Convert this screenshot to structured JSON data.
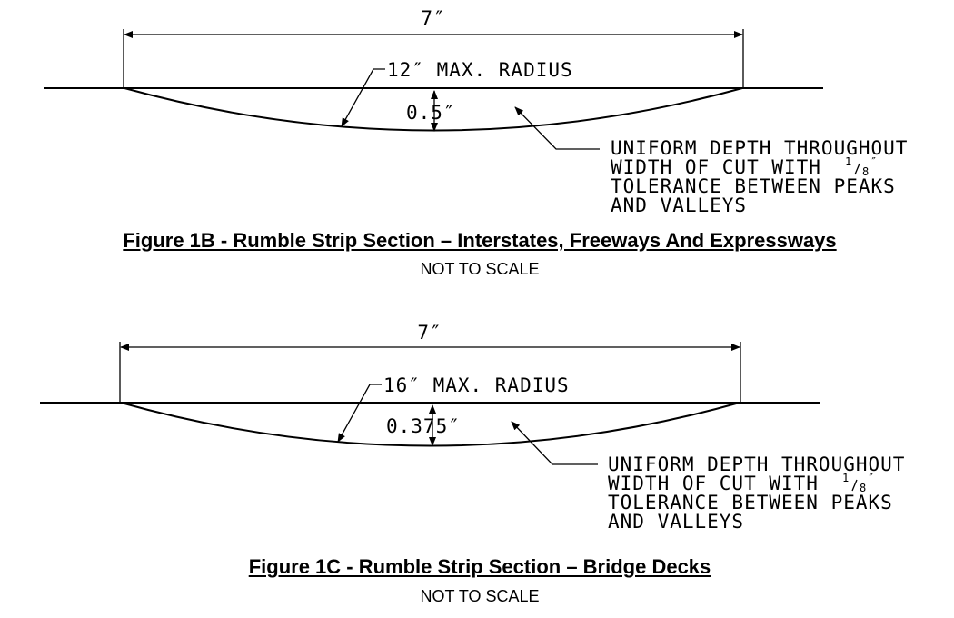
{
  "figure_1b": {
    "width_label": "7″",
    "radius_label": "12″ MAX. RADIUS",
    "depth_label": "0.5″",
    "note_lines": [
      "UNIFORM DEPTH THROUGHOUT",
      "WIDTH OF CUT WITH",
      "TOLERANCE BETWEEN PEAKS",
      "AND VALLEYS"
    ],
    "tolerance_num": "1",
    "tolerance_den": "8",
    "caption": "Figure 1B - Rumble Strip Section – Interstates, Freeways And Expressways",
    "scale_note": "NOT TO SCALE"
  },
  "figure_1c": {
    "width_label": "7″",
    "radius_label": "16″ MAX. RADIUS",
    "depth_label": "0.375″",
    "note_lines": [
      "UNIFORM DEPTH THROUGHOUT",
      "WIDTH OF CUT WITH",
      "TOLERANCE BETWEEN PEAKS",
      "AND VALLEYS"
    ],
    "tolerance_num": "1",
    "tolerance_den": "8",
    "caption": "Figure 1C - Rumble Strip Section – Bridge Decks",
    "scale_note": "NOT TO SCALE"
  }
}
